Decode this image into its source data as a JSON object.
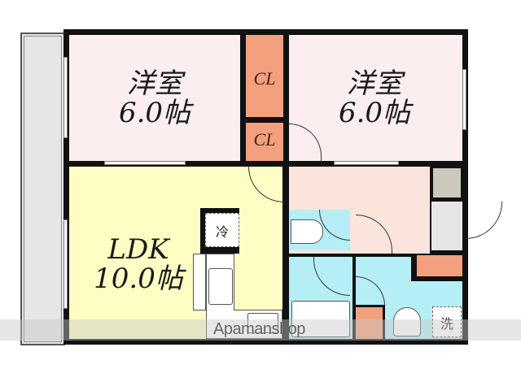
{
  "floorplan": {
    "rooms": [
      {
        "id": "bedroom-left",
        "name": "洋室",
        "size": "6.0帖",
        "color": "#fbeeee"
      },
      {
        "id": "bedroom-right",
        "name": "洋室",
        "size": "6.0帖",
        "color": "#fbeeee"
      },
      {
        "id": "ldk",
        "name": "LDK",
        "size": "10.0帖",
        "color": "#fdfdc4"
      },
      {
        "id": "hallway",
        "color": "#fbe4dc"
      },
      {
        "id": "toilet",
        "color": "#b6eef5"
      },
      {
        "id": "bath",
        "color": "#b6eef5"
      },
      {
        "id": "washroom",
        "color": "#b6eef5"
      },
      {
        "id": "balcony",
        "color": "#e6e6e6"
      }
    ],
    "closets": [
      {
        "label": "CL",
        "color": "#f2a07e"
      },
      {
        "label": "CL",
        "color": "#f2a07e"
      }
    ],
    "fixtures": {
      "fridge_label": "冷",
      "washer_label": "洗"
    },
    "watermark": "Apamanshop"
  }
}
